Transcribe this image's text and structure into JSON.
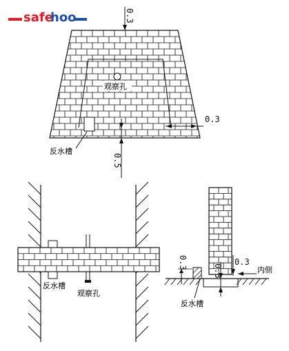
{
  "logo": {
    "part1": "safe",
    "part2": "hoo"
  },
  "top_view": {
    "dim_top": "0.3",
    "dim_right": "0.3",
    "dim_bottom": "0.5",
    "label_window": "观察孔",
    "label_slot": "反水槽"
  },
  "plan_view": {
    "label_slot": "反水槽",
    "label_window": "观察孔"
  },
  "section_view": {
    "dim_left": "0.3",
    "dim_mid": "0.3",
    "dim_right": "0.3",
    "label_inside": "内侧",
    "label_slot": "反水槽"
  },
  "colors": {
    "line": "#111111",
    "logo_red": "#e31b23",
    "logo_blue": "#1e4fa8"
  }
}
